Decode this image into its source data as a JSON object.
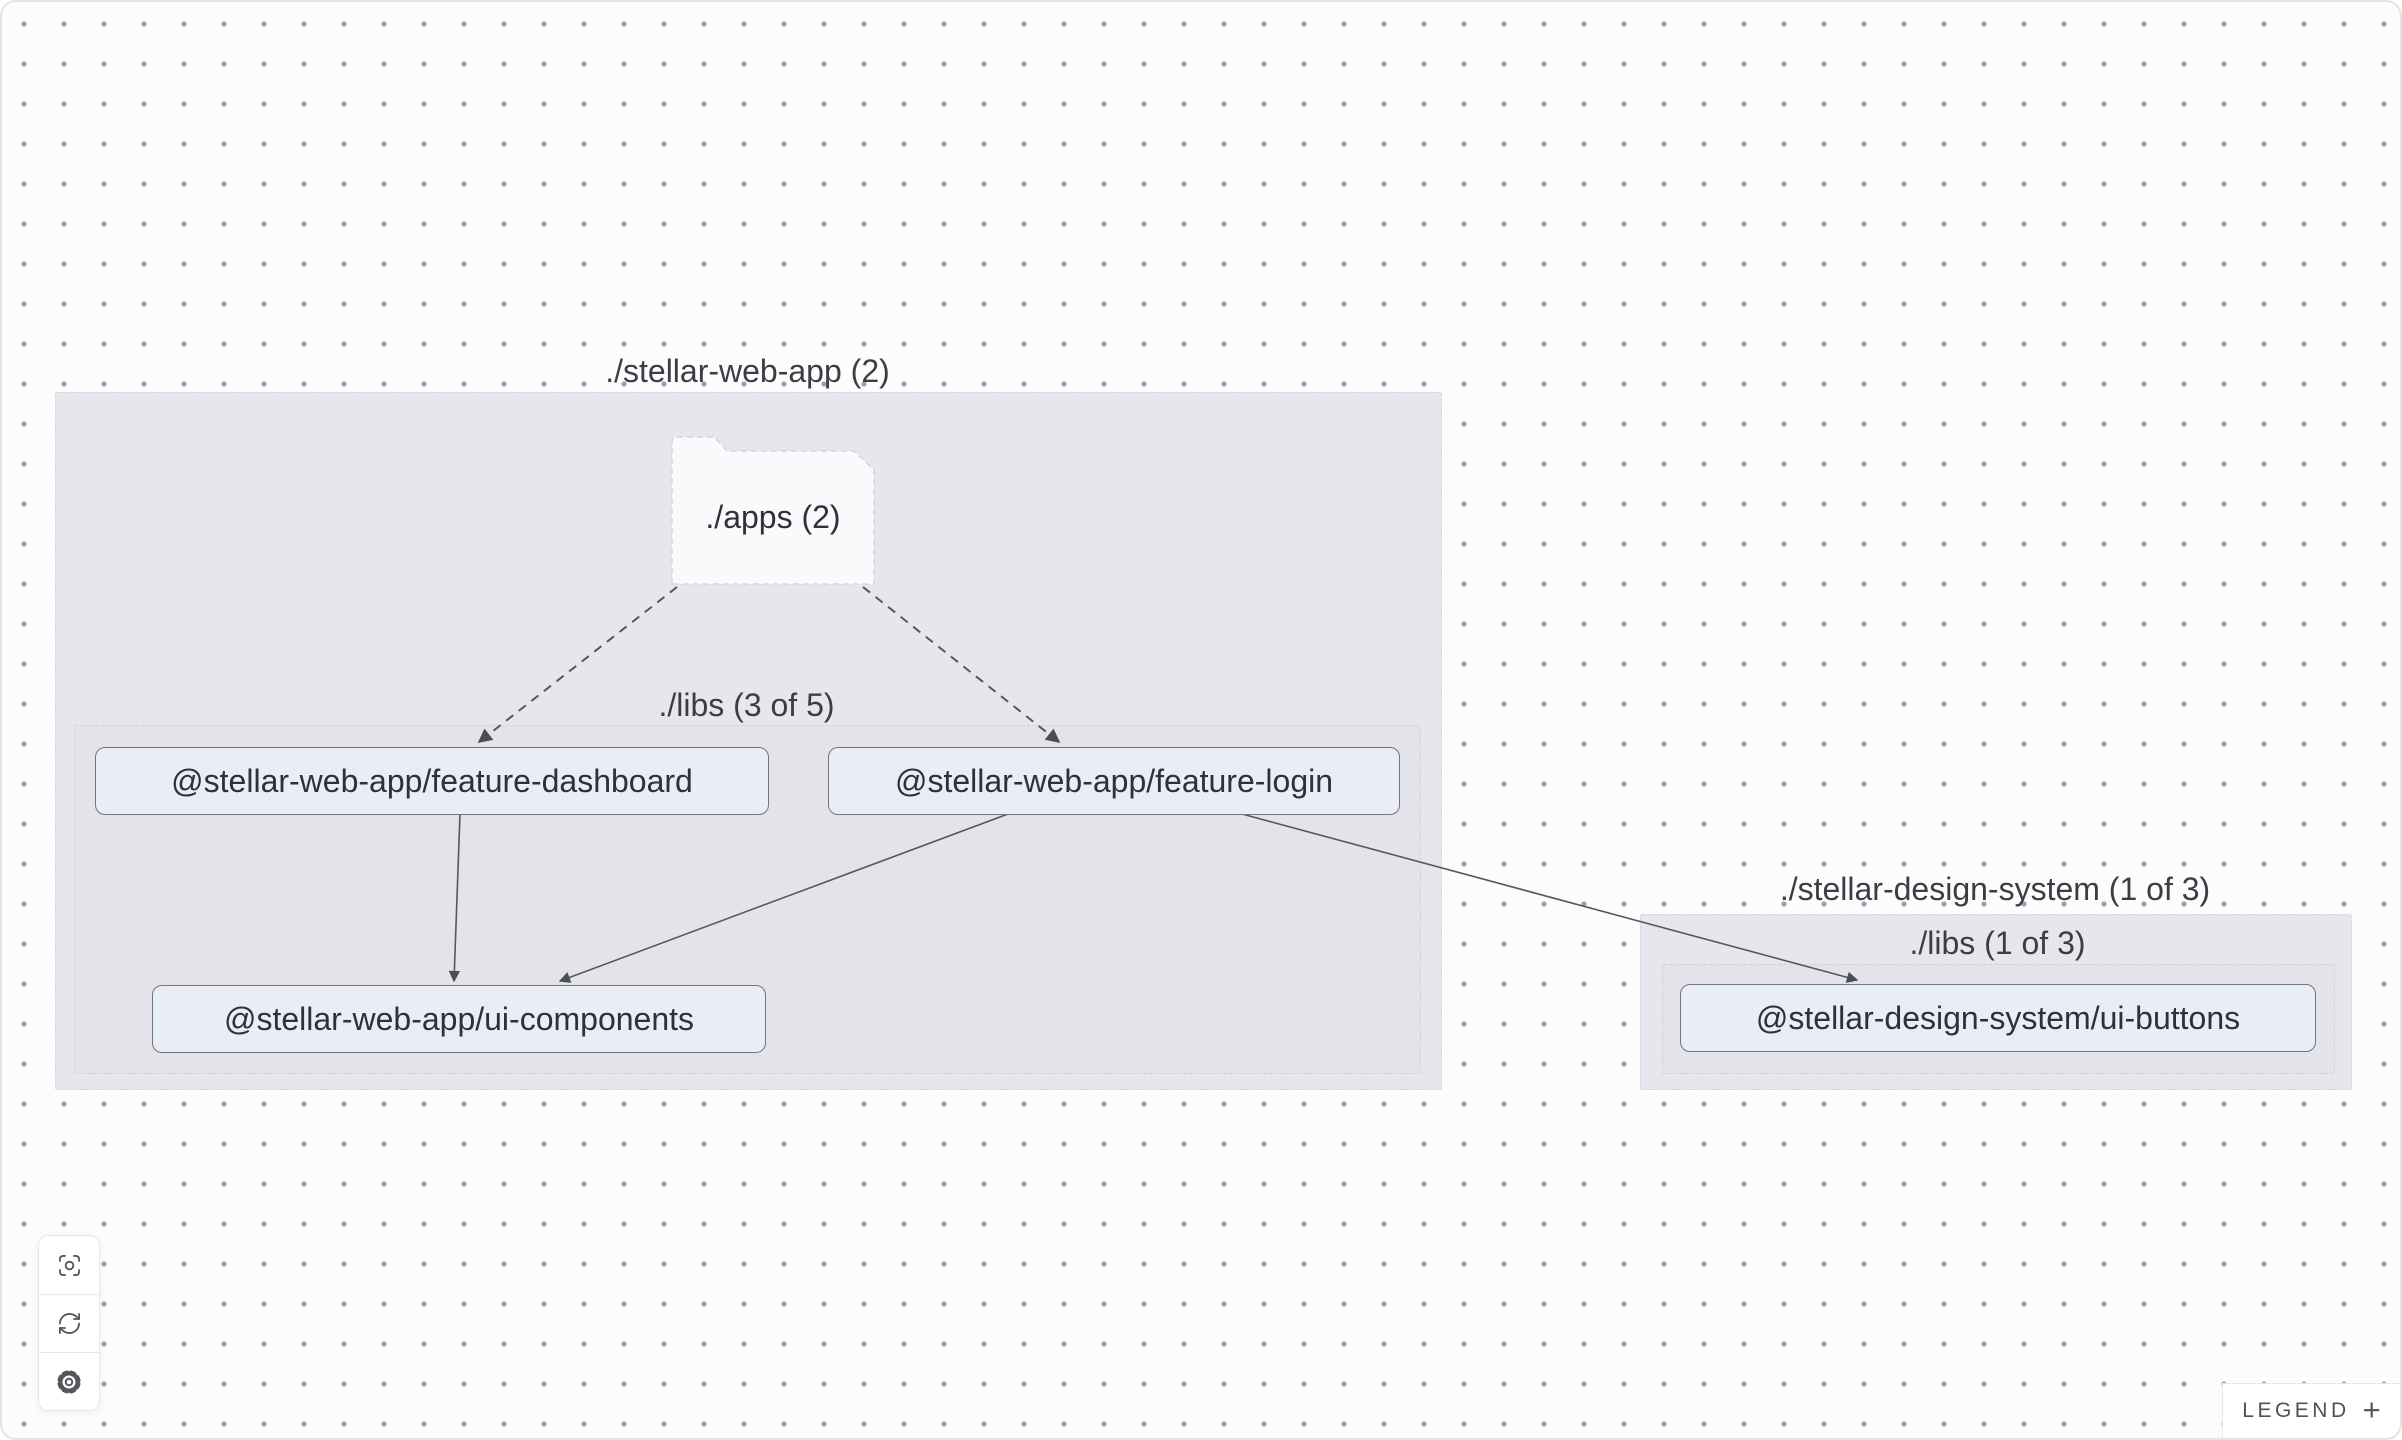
{
  "graph": {
    "groups": {
      "stellar_web_app": {
        "label": "./stellar-web-app (2)"
      },
      "web_libs": {
        "label": "./libs (3 of 5)"
      },
      "stellar_design_system": {
        "label": "./stellar-design-system (1 of 3)"
      },
      "design_libs": {
        "label": "./libs (1 of 3)"
      }
    },
    "composite_nodes": {
      "apps_folder": {
        "label": "./apps (2)"
      }
    },
    "nodes": {
      "feature_dashboard": {
        "label": "@stellar-web-app/feature-dashboard"
      },
      "feature_login": {
        "label": "@stellar-web-app/feature-login"
      },
      "ui_components": {
        "label": "@stellar-web-app/ui-components"
      },
      "ui_buttons": {
        "label": "@stellar-design-system/ui-buttons"
      }
    },
    "edges": [
      {
        "from": "./apps",
        "to": "@stellar-web-app/feature-dashboard",
        "style": "dashed"
      },
      {
        "from": "./apps",
        "to": "@stellar-web-app/feature-login",
        "style": "dashed"
      },
      {
        "from": "@stellar-web-app/feature-dashboard",
        "to": "@stellar-web-app/ui-components",
        "style": "solid"
      },
      {
        "from": "@stellar-web-app/feature-login",
        "to": "@stellar-web-app/ui-components",
        "style": "solid"
      },
      {
        "from": "@stellar-web-app/feature-login",
        "to": "@stellar-design-system/ui-buttons",
        "style": "solid"
      }
    ]
  },
  "toolbar": {
    "buttons": [
      {
        "icon": "zoom-to-fit-icon"
      },
      {
        "icon": "refresh-icon"
      },
      {
        "icon": "settings-icon"
      }
    ]
  },
  "legend": {
    "label": "LEGEND",
    "toggle_icon": "+"
  },
  "colors": {
    "canvas_background": "#FCFCFD",
    "grid_dot": "#98A2B1",
    "group_fill": "#E8E6EC",
    "group_border": "#D6D2DC",
    "node_fill": "#E9EDF5",
    "node_border": "#6F7682",
    "node_text": "#2E3237",
    "edge": "#54575D"
  }
}
